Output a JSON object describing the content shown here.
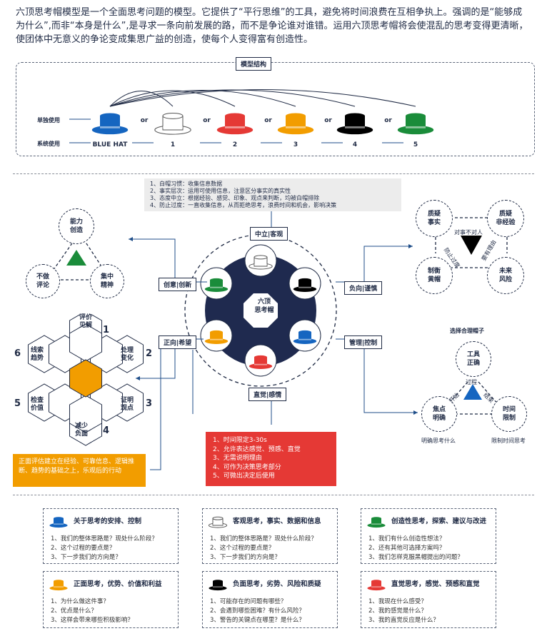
{
  "intro_text": "六顶思考帽模型是一个全面思考问题的模型。它提供了“平行思维”的工具，避免将时间浪费在互相争执上。强调的是“能够成为什么”,而非“本身是什么”,是寻求一条向前发展的路，而不是争论谁对谁错。运用六顶思考帽将会使混乱的思考变得更清晰，使团体中无意义的争论变成集思广益的创造，使每个人变得富有创造性。",
  "model": {
    "title": "模型结构",
    "row_single": "单独使用",
    "row_series": "系统使用",
    "or_label": "or",
    "hat_labels": [
      "BLUE HAT",
      "1",
      "2",
      "3",
      "4",
      "5"
    ],
    "hat_colors": [
      "#1565c0",
      "#ffffff",
      "#e53935",
      "#f29d00",
      "#000000",
      "#1a8c3a"
    ]
  },
  "center": {
    "title": "六顶\n思考帽",
    "white_label": "中立|客观",
    "red_label": "直觉|感情",
    "green_label": "创意|创新",
    "yellow_label": "正向|希望",
    "black_label": "负向|谨慎",
    "blue_label": "管理|控制"
  },
  "white_notes": [
    "1、白帽习惯：收集信息数据",
    "2、事实层次：运用可使用信息，注意区分事实的真实性",
    "3、态度中立：根据经验、感觉、印象、观点来判断，均被白帽排除",
    "4、防止过度：一直收集信息，从而拒绝思考，浪费时间和机会，影响决策"
  ],
  "green_triangle": {
    "top": "能力\n创造",
    "left": "不做\n评论",
    "right": "集中\n精神"
  },
  "black_triangle": {
    "tl": "质疑\n事实",
    "tr": "质疑\n非经验",
    "bl": "制衡\n黄帽",
    "br": "未来\n风险",
    "t1": "对事不对人",
    "t2": "防止过度",
    "t3": "要有理由"
  },
  "blue_triangle": {
    "caption": "选择合理帽子",
    "top": "工具\n正确",
    "left": "焦点\n明确",
    "right": "时间\n限制",
    "mid": "过程",
    "l1": "开始",
    "r1": "结束",
    "bottom_left": "明确思考什么",
    "bottom_right": "限制时间思考"
  },
  "yellow_hex": {
    "items": [
      "评价\n见解",
      "处理\n变化",
      "证明\n观点",
      "减少\n负面",
      "检查\n价值",
      "线索\n趋势"
    ],
    "nums": [
      "1",
      "2",
      "3",
      "4",
      "5",
      "6"
    ],
    "note": "正面评估建立在经验、可靠信息、逻辑推断、趋势的基础之上，乐观后的行动"
  },
  "red_notes": [
    "1、时间限定3-30s",
    "2、允许表达感觉、预感、直觉",
    "3、无需说明理由",
    "4、可作为决策思考部分",
    "5、可微出决定后使用"
  ],
  "cards": [
    {
      "title": "关于思考的安排、控制",
      "color": "#1565c0",
      "items": [
        "1、我们的整体思路是？现处什么阶段？",
        "2、这个过程的要点是？",
        "3、下一步我们的方向是？"
      ]
    },
    {
      "title": "客观思考，事实、数据和信息",
      "color": "#ffffff",
      "items": [
        "1、我们的整体思路是？现处什么阶段？",
        "2、这个过程的要点是？",
        "3、下一步我们的方向是？"
      ]
    },
    {
      "title": "创造性思考，探索、建议与改进",
      "color": "#1a8c3a",
      "items": [
        "1、我们有什么创造性想法？",
        "2、还有其他可选择方案吗？",
        "3、我们怎样克服黑帽提出的问题？"
      ]
    },
    {
      "title": "正面思考，优势、价值和利益",
      "color": "#f29d00",
      "items": [
        "1、为什么做这件事？",
        "2、优点是什么？",
        "3、这样会带来哪些积极影响？"
      ]
    },
    {
      "title": "负面思考，劣势、风险和质疑",
      "color": "#000000",
      "items": [
        "1、可能存在的问题有哪些？",
        "2、会遇到哪些困难？有什么风险？",
        "3、警告的关键点在哪里？是什么？"
      ]
    },
    {
      "title": "直觉思考，感觉、预感和直觉",
      "color": "#e53935",
      "items": [
        "1、我现在什么感受？",
        "2、我的感觉是什么？",
        "3、我的直觉反应是什么？"
      ]
    }
  ]
}
